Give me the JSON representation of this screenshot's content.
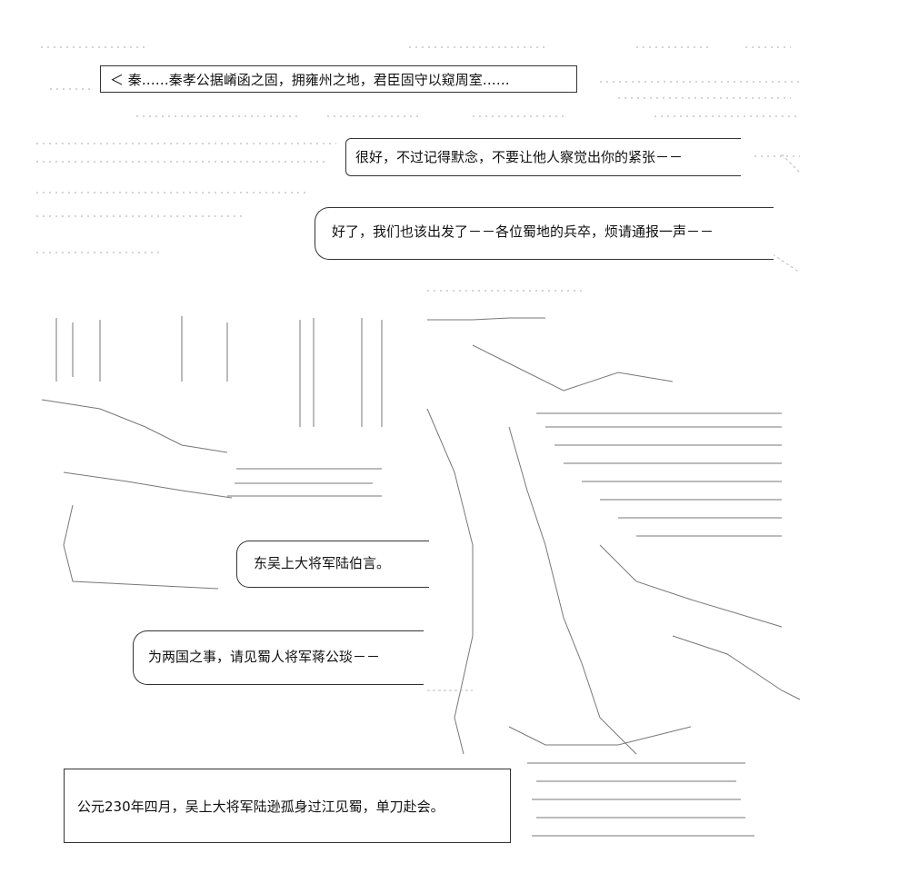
{
  "dialogue": {
    "line1": "＜ 秦……秦孝公据崤函之固，拥雍州之地，君臣固守以窥周室……",
    "line2": "很好，不过记得默念，不要让他人察觉出你的紧张－－",
    "line3": "好了，我们也该出发了－－各位蜀地的兵卒，烦请通报一声－－",
    "line4": "东吴上大将军陆伯言。",
    "line5": "为两国之事，请见蜀人将军蒋公琰－－",
    "narration": "公元230年四月，吴上大将军陆逊孤身过江见蜀，单刀赴会。"
  },
  "colors": {
    "ink": "#111111",
    "faint": "#9a9a9a",
    "background": "#ffffff"
  }
}
